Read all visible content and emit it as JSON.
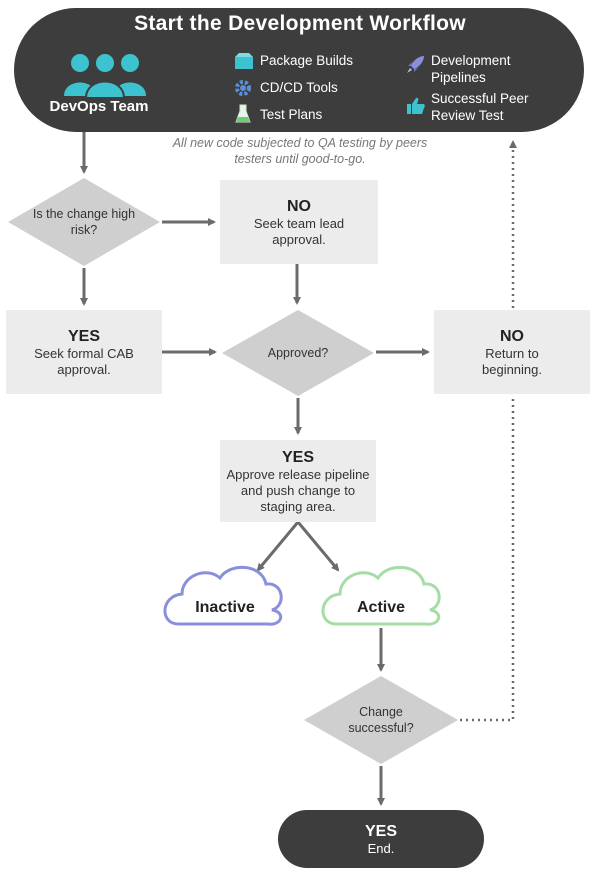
{
  "header": {
    "title": "Start the Development Workflow",
    "team_label": "DevOps Team",
    "legend": [
      {
        "label": "Package Builds",
        "icon": "package-icon"
      },
      {
        "label": "CD/CD Tools",
        "icon": "gear-icon"
      },
      {
        "label": "Test Plans",
        "icon": "flask-icon"
      },
      {
        "label": "Development Pipelines",
        "icon": "rocket-icon"
      },
      {
        "label": "Successful Peer Review Test",
        "icon": "thumbs-up-icon"
      }
    ]
  },
  "note": "All new code subjected to QA testing by peers testers until good-to-go.",
  "nodes": {
    "risk_decision": "Is the change high risk?",
    "no_lead": {
      "heading": "NO",
      "text": "Seek team lead approval."
    },
    "yes_cab": {
      "heading": "YES",
      "text": "Seek formal CAB approval."
    },
    "approved_decision": "Approved?",
    "no_return": {
      "heading": "NO",
      "text": "Return to beginning."
    },
    "yes_release": {
      "heading": "YES",
      "text": "Approve release pipeline and push change to staging area."
    },
    "inactive": "Inactive",
    "active": "Active",
    "success_decision": "Change successful?",
    "end": {
      "heading": "YES",
      "text": "End."
    }
  },
  "colors": {
    "dark": "#3d3d3d",
    "box": "#ececec",
    "diamond": "#cfcfcf",
    "arrow": "#6b6b6b",
    "teal": "#3cc3cf",
    "inactive_cloud": "#8a8fdc",
    "active_cloud": "#a6dca6"
  }
}
